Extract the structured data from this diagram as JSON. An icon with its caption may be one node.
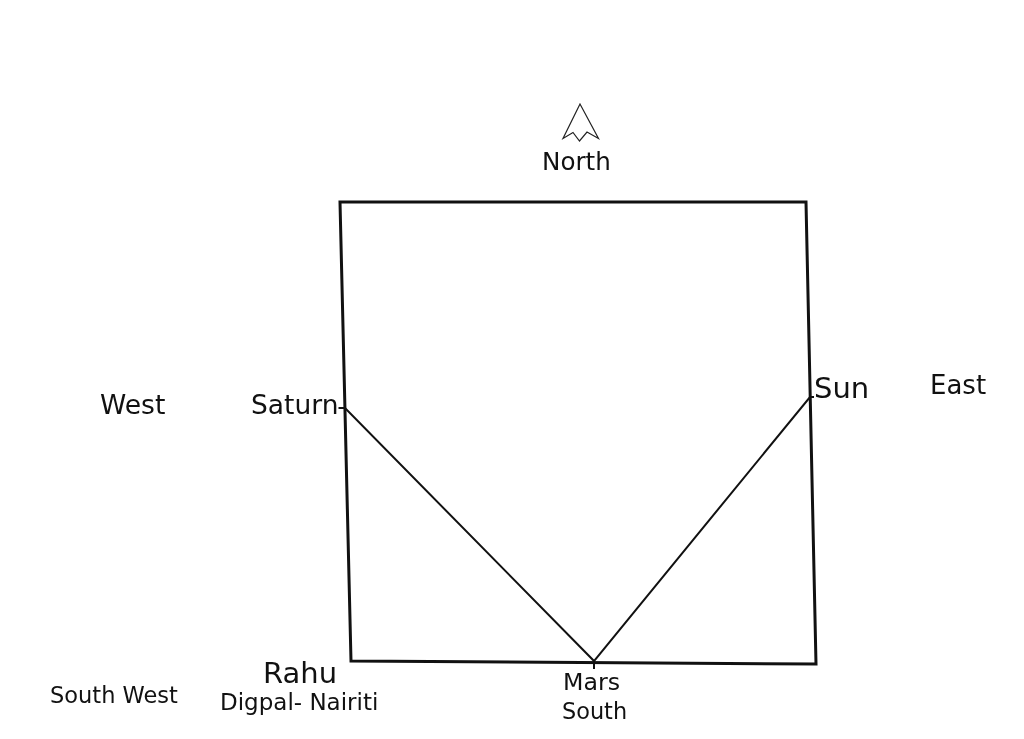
{
  "diagram": {
    "nodes": [
      {
        "text": [
          "Saturn"
        ]
      },
      {
        "text": [
          "Mars"
        ]
      },
      {
        "text": [
          "Sun"
        ]
      }
    ],
    "edges": [
      {
        "from": 0,
        "to": 1,
        "arrow": "none"
      },
      {
        "from": 1,
        "to": 2,
        "arrow": "none"
      }
    ],
    "labels": [
      "North",
      "West",
      "East",
      "South West",
      "Rahu",
      "Digpal- Nairiti",
      "South"
    ]
  }
}
